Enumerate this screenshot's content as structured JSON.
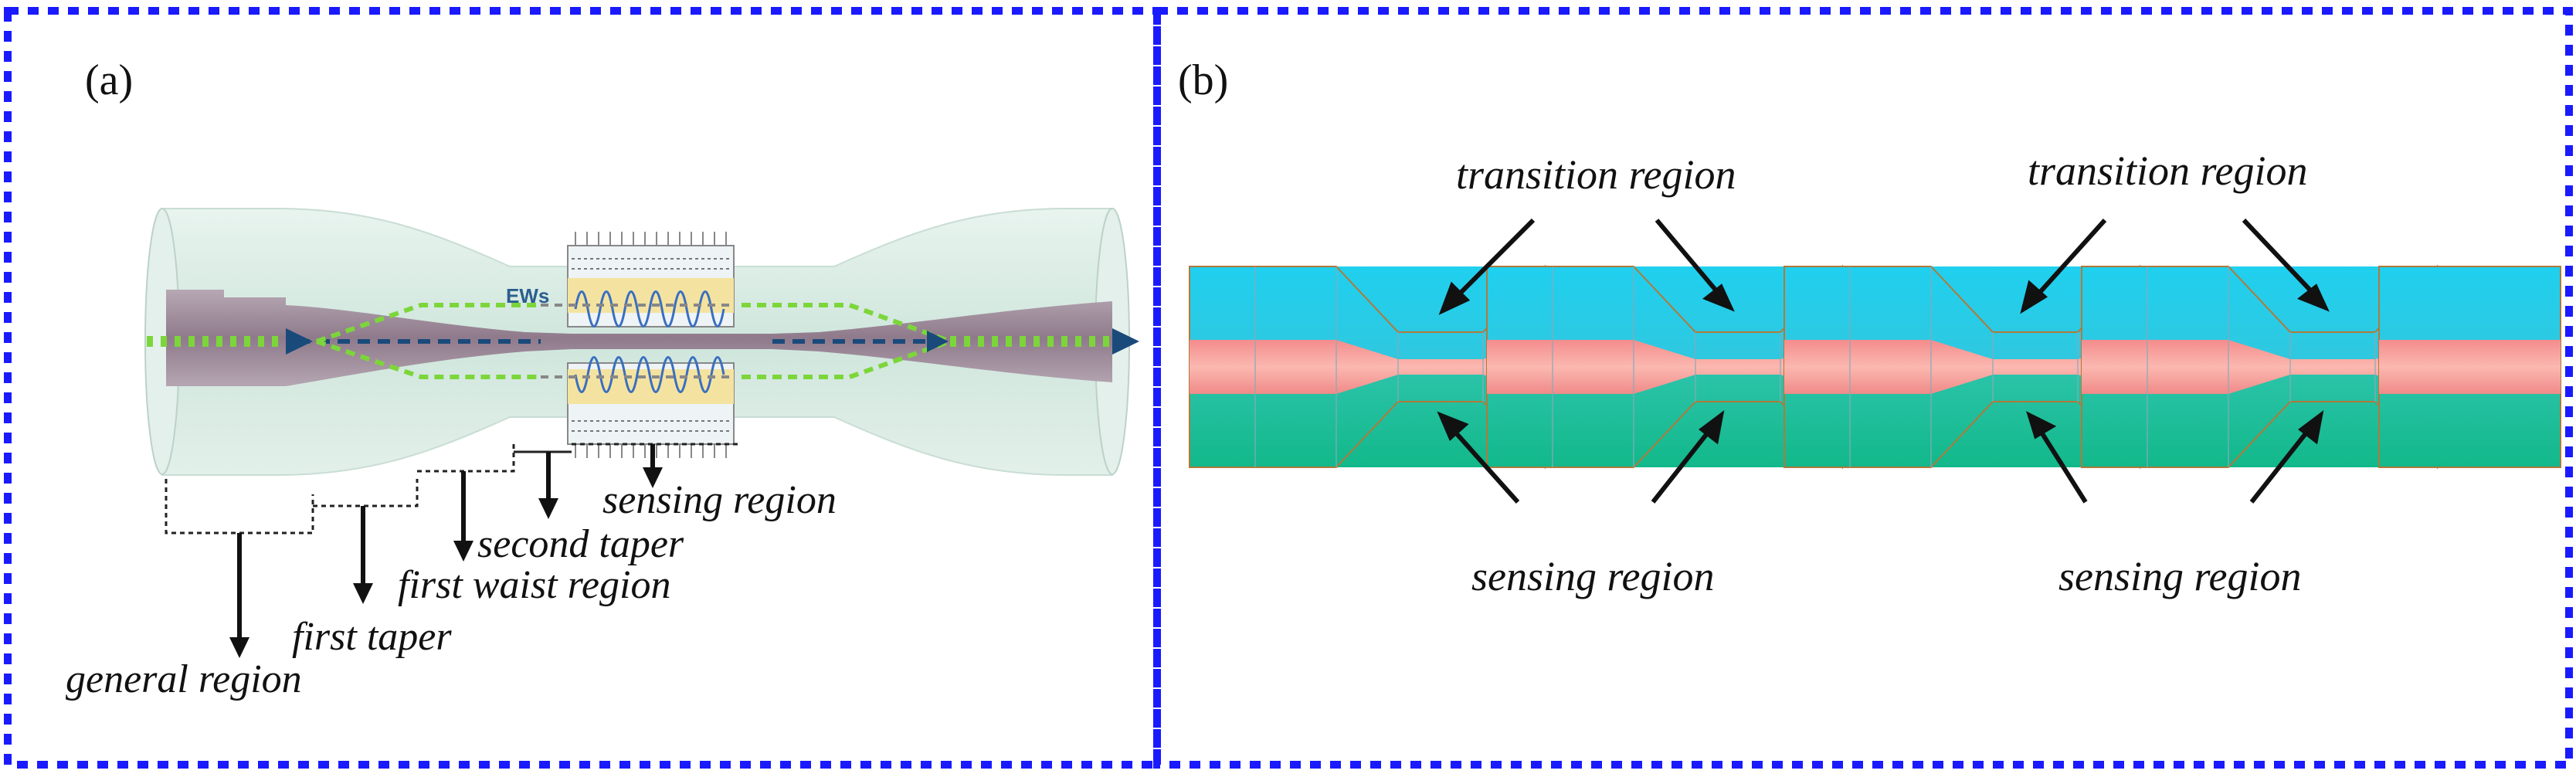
{
  "colors": {
    "frame": "#1a1aff",
    "cladding": "#6fd8f0",
    "cladding_dark": "#19b08a",
    "core": "#f7a3a0",
    "taper_bg": "#dcece6",
    "fiber_core": "#a08a99",
    "light_path": "#7cd63a",
    "arrow": "#1a4a7a"
  },
  "panel_a": {
    "label": "(a)",
    "ews": "EWs",
    "labels": {
      "sensing_region": "sensing region",
      "second_taper": "second taper",
      "first_waist_region": "first waist region",
      "first_taper": "first taper",
      "general_region": "general region"
    }
  },
  "panel_b": {
    "label": "(b)",
    "labels": {
      "transition_left": "transition region",
      "transition_right": "transition region",
      "sensing_left": "sensing region",
      "sensing_right": "sensing region"
    }
  }
}
